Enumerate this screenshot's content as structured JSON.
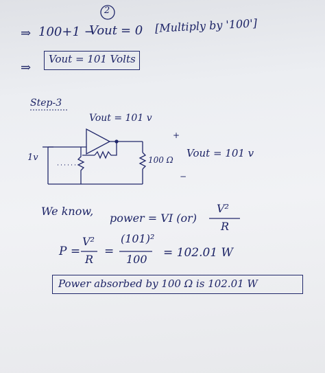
{
  "circled_number": "2",
  "line1": {
    "arrow": "⇒",
    "expr_left": "100+1 −",
    "vout": "Vout",
    "expr_right": "= 0",
    "note": "[Multiply by '100']"
  },
  "line2": {
    "arrow": "⇒",
    "boxed_result": "Vout = 101 Volts"
  },
  "step_label": "Step-3",
  "circuit": {
    "vout_top_label": "Vout = 101 v",
    "source_label": "1v",
    "resistor_label": "100 Ω",
    "vout_side_label": "Vout = 101 v",
    "plus_mark": "+",
    "minus_mark": "−"
  },
  "formula_line": {
    "lead": "We know,",
    "text": "power = VI (or)",
    "fraction_num": "V²",
    "fraction_den": "R"
  },
  "calc_line": {
    "p": "P =",
    "num1": "V²",
    "den1": "R",
    "eq": "=",
    "num2": "(101)²",
    "den2": "100",
    "result": "= 102.01 W"
  },
  "final_answer": "Power absorbed by 100 Ω is 102.01 W"
}
